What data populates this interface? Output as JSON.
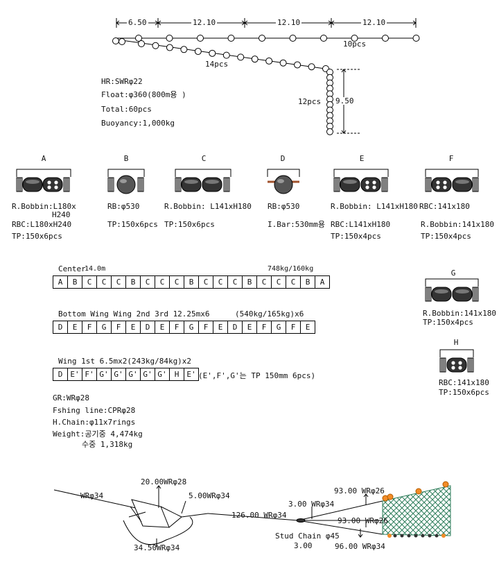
{
  "top": {
    "dims": [
      "6.50",
      "12.10",
      "12.10",
      "12.10"
    ],
    "top_count": "10pcs",
    "diag_count": "14pcs",
    "vert_count": "12pcs",
    "vert_dim": "9.50"
  },
  "spec": {
    "hr": "HR:SWRφ22",
    "float": "Float:φ360(800m용 )",
    "total": "Total:60pcs",
    "buoy": "Buoyancy:1,000kg"
  },
  "units": [
    {
      "id": "A",
      "lines": [
        "R.Bobbin:L180x",
        "H240",
        "RBC:L180xH240",
        "TP:150x6pcs"
      ]
    },
    {
      "id": "B",
      "lines": [
        "RB:φ530",
        "TP:150x6pcs"
      ]
    },
    {
      "id": "C",
      "lines": [
        "R.Bobbin: L141xH180",
        "TP:150x6pcs"
      ]
    },
    {
      "id": "D",
      "lines": [
        "RB:φ530",
        "I.Bar:530mm용"
      ]
    },
    {
      "id": "E",
      "lines": [
        "R.Bobbin: L141xH180",
        "RBC:L141xH180",
        "TP:150x4pcs"
      ]
    },
    {
      "id": "F",
      "lines": [
        "RBC:141x180",
        "R.Bobbin:141x180",
        "TP:150x4pcs"
      ]
    },
    {
      "id": "G",
      "lines": [
        "R.Bobbin:141x180",
        "TP:150x4pcs"
      ]
    },
    {
      "id": "H",
      "lines": [
        "RBC:141x180",
        "TP:150x6pcs"
      ]
    }
  ],
  "center": {
    "title": "Center",
    "length": "14.0m",
    "weight": "748kg/160kg",
    "cells": [
      "A",
      "B",
      "C",
      "C",
      "C",
      "B",
      "C",
      "C",
      "C",
      "B",
      "C",
      "C",
      "C",
      "B",
      "C",
      "C",
      "C",
      "B",
      "A"
    ]
  },
  "bottom_wing": {
    "title": "Bottom Wing Wing 2nd 3rd 12.25mx6",
    "weight": "(540kg/165kg)x6",
    "cells": [
      "D",
      "E",
      "F",
      "G",
      "F",
      "E",
      "D",
      "E",
      "F",
      "G",
      "F",
      "E",
      "D",
      "E",
      "F",
      "G",
      "F",
      "E"
    ]
  },
  "wing1": {
    "title": "Wing 1st 6.5mx2(243kg/84kg)x2",
    "cells": [
      "D",
      "E'",
      "F'",
      "G'",
      "G'",
      "G'",
      "G'",
      "G'",
      "H",
      "E'"
    ],
    "note": "(E',F',G'는 TP 150mm  6pcs)"
  },
  "notes": {
    "gr": "GR:WRφ28",
    "fishing": "Fshing line:CPRφ28",
    "chain": "H.Chain:φ11x7rings",
    "weight1": "Weight:공기중 4,474kg",
    "weight2": "수중 1,318kg"
  },
  "rig": {
    "wr34": "WRφ34",
    "wr28": "20.00WRφ28",
    "wr5": "5.00WRφ34",
    "wr3450": "34.50WRφ34",
    "wr126": "126.00 WRφ34",
    "wr3": "3.00 WRφ34",
    "stud": "Stud Chain φ45",
    "stud_len": "3.00",
    "wr93a": "93.00 WRφ26",
    "wr93b": "93.00 WRφ26",
    "wr96": "96.00 WRφ34"
  }
}
